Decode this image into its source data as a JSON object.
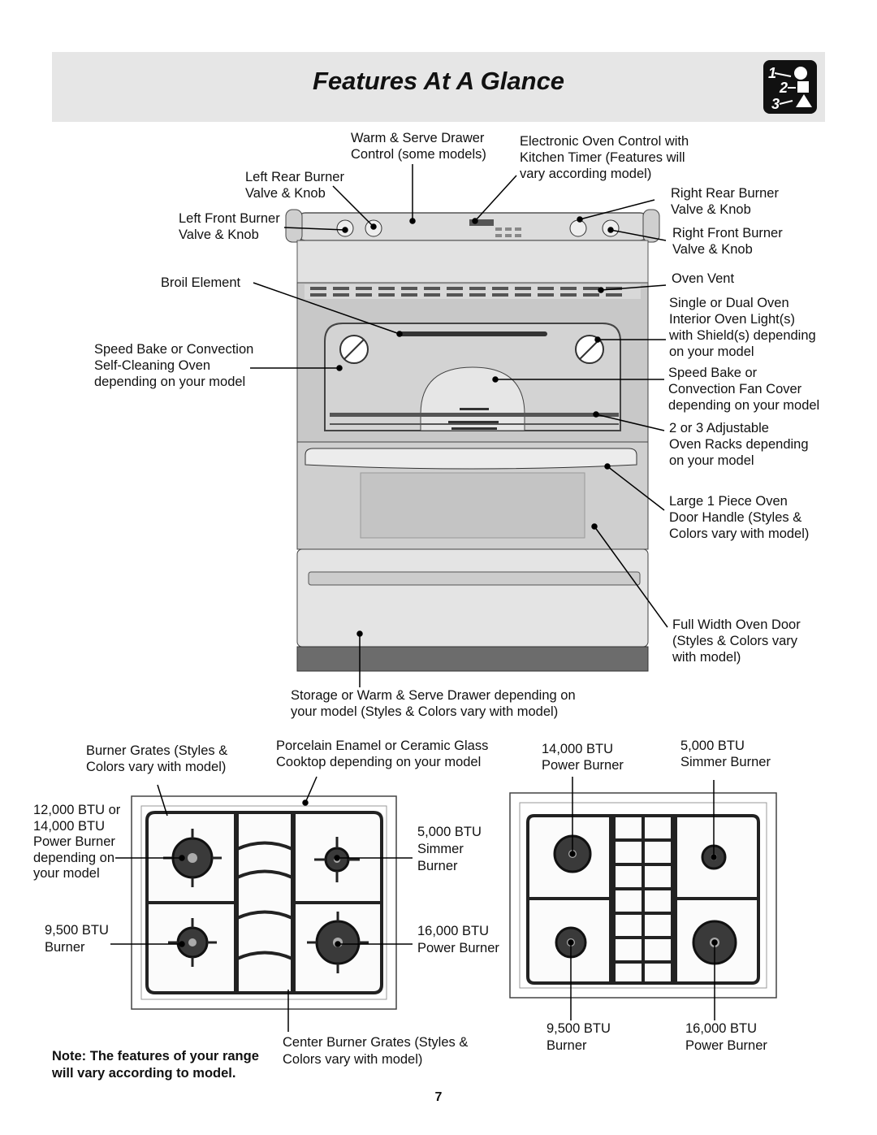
{
  "header": {
    "title": "Features At A Glance",
    "icon": "steps-123-icon"
  },
  "range_labels": {
    "warm_serve_control": "Warm & Serve Drawer\nControl (some models)",
    "electronic_control": "Electronic Oven Control with\nKitchen Timer (Features will\nvary according model)",
    "left_rear_burner": "Left Rear Burner\nValve & Knob",
    "left_front_burner": "Left Front Burner\nValve & Knob",
    "right_rear_burner": "Right Rear Burner\nValve & Knob",
    "right_front_burner": "Right Front Burner\nValve & Knob",
    "broil_element": "Broil Element",
    "oven_vent": "Oven Vent",
    "oven_light": "Single or Dual Oven\nInterior Oven Light(s)\nwith Shield(s) depending\non your model",
    "self_cleaning": "Speed Bake or Convection\nSelf-Cleaning Oven\ndepending on your model",
    "fan_cover": "Speed Bake or\nConvection Fan Cover\ndepending on your model",
    "oven_racks": "2 or 3 Adjustable\nOven Racks depending\non your model",
    "door_handle": "Large 1 Piece Oven\nDoor Handle (Styles &\nColors vary with model)",
    "oven_door": "Full Width Oven Door\n(Styles & Colors vary\nwith model)",
    "storage_drawer": "Storage or Warm & Serve Drawer depending on\nyour model (Styles & Colors vary with model)"
  },
  "cooktop_left": {
    "burner_grates": "Burner Grates (Styles &\nColors vary with model)",
    "cooktop_surface": "Porcelain Enamel or Ceramic Glass\nCooktop depending on your model",
    "burner_12000": "12,000 BTU or\n14,000 BTU\nPower Burner\ndepending on\nyour model",
    "burner_5000": "5,000 BTU\nSimmer\nBurner",
    "burner_9500": "9,500 BTU\nBurner",
    "burner_16000": "16,000 BTU\nPower Burner",
    "center_grates": "Center Burner Grates (Styles &\nColors vary with model)"
  },
  "cooktop_right": {
    "burner_14000": "14,000 BTU\nPower Burner",
    "burner_5000": "5,000 BTU\nSimmer Burner",
    "burner_9500": "9,500 BTU\nBurner",
    "burner_16000": "16,000 BTU\nPower Burner"
  },
  "note": "Note: The features of your range\nwill vary according to model.",
  "page_number": "7",
  "colors": {
    "header_bg": "#e6e6e6",
    "steel": "#cfcfcf",
    "steel_dark": "#8c8c8c",
    "grate": "#2a2a2a"
  }
}
